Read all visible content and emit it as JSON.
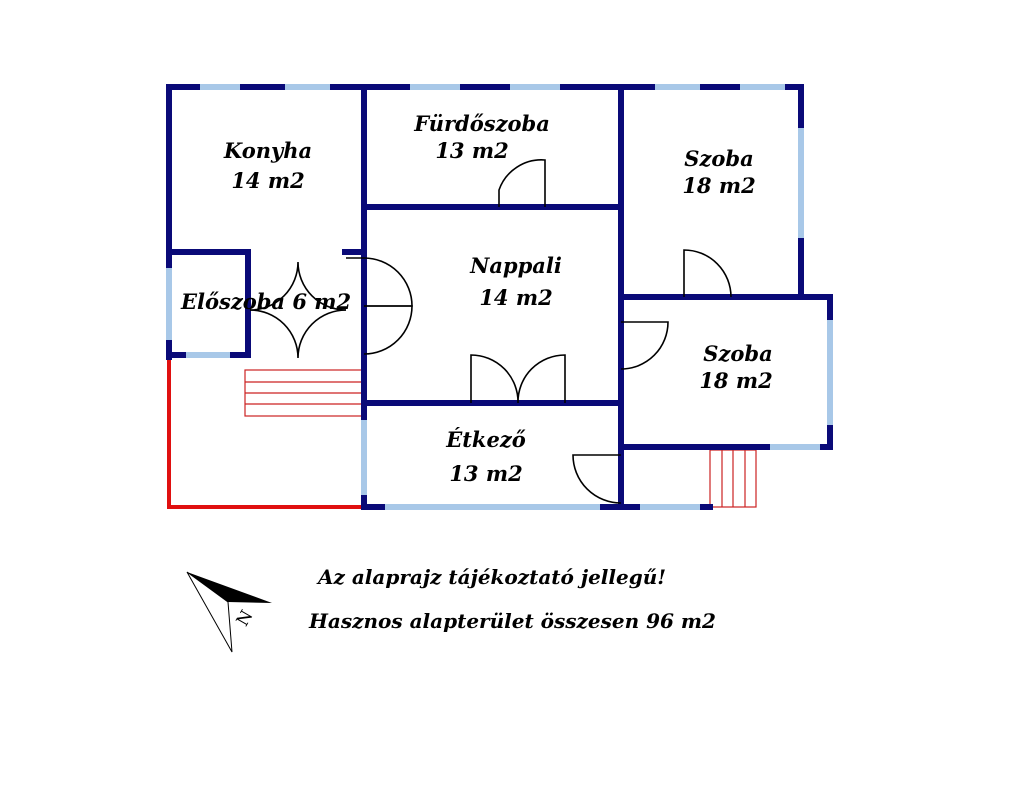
{
  "rooms": [
    {
      "name": "Konyha",
      "area": "14 m2"
    },
    {
      "name": "Fürdőszoba",
      "area": "13 m2"
    },
    {
      "name": "Szoba",
      "area": "18 m2"
    },
    {
      "name": "Nappali",
      "area": "14 m2"
    },
    {
      "name": "Előszoba 6 m2",
      "area": ""
    },
    {
      "name": "Szoba",
      "area": "18 m2"
    },
    {
      "name": "Étkező",
      "area": "13 m2"
    }
  ],
  "compass": {
    "label": "N"
  },
  "notes": {
    "disclaimer": "Az alaprajz tájékoztató jellegű!",
    "total_area": "Hasznos alapterület összesen 96 m2"
  },
  "colors": {
    "wall": "#0a0a78",
    "window": "#a8c8e8",
    "terrace": "#e01010",
    "steps": "#cc2222"
  }
}
